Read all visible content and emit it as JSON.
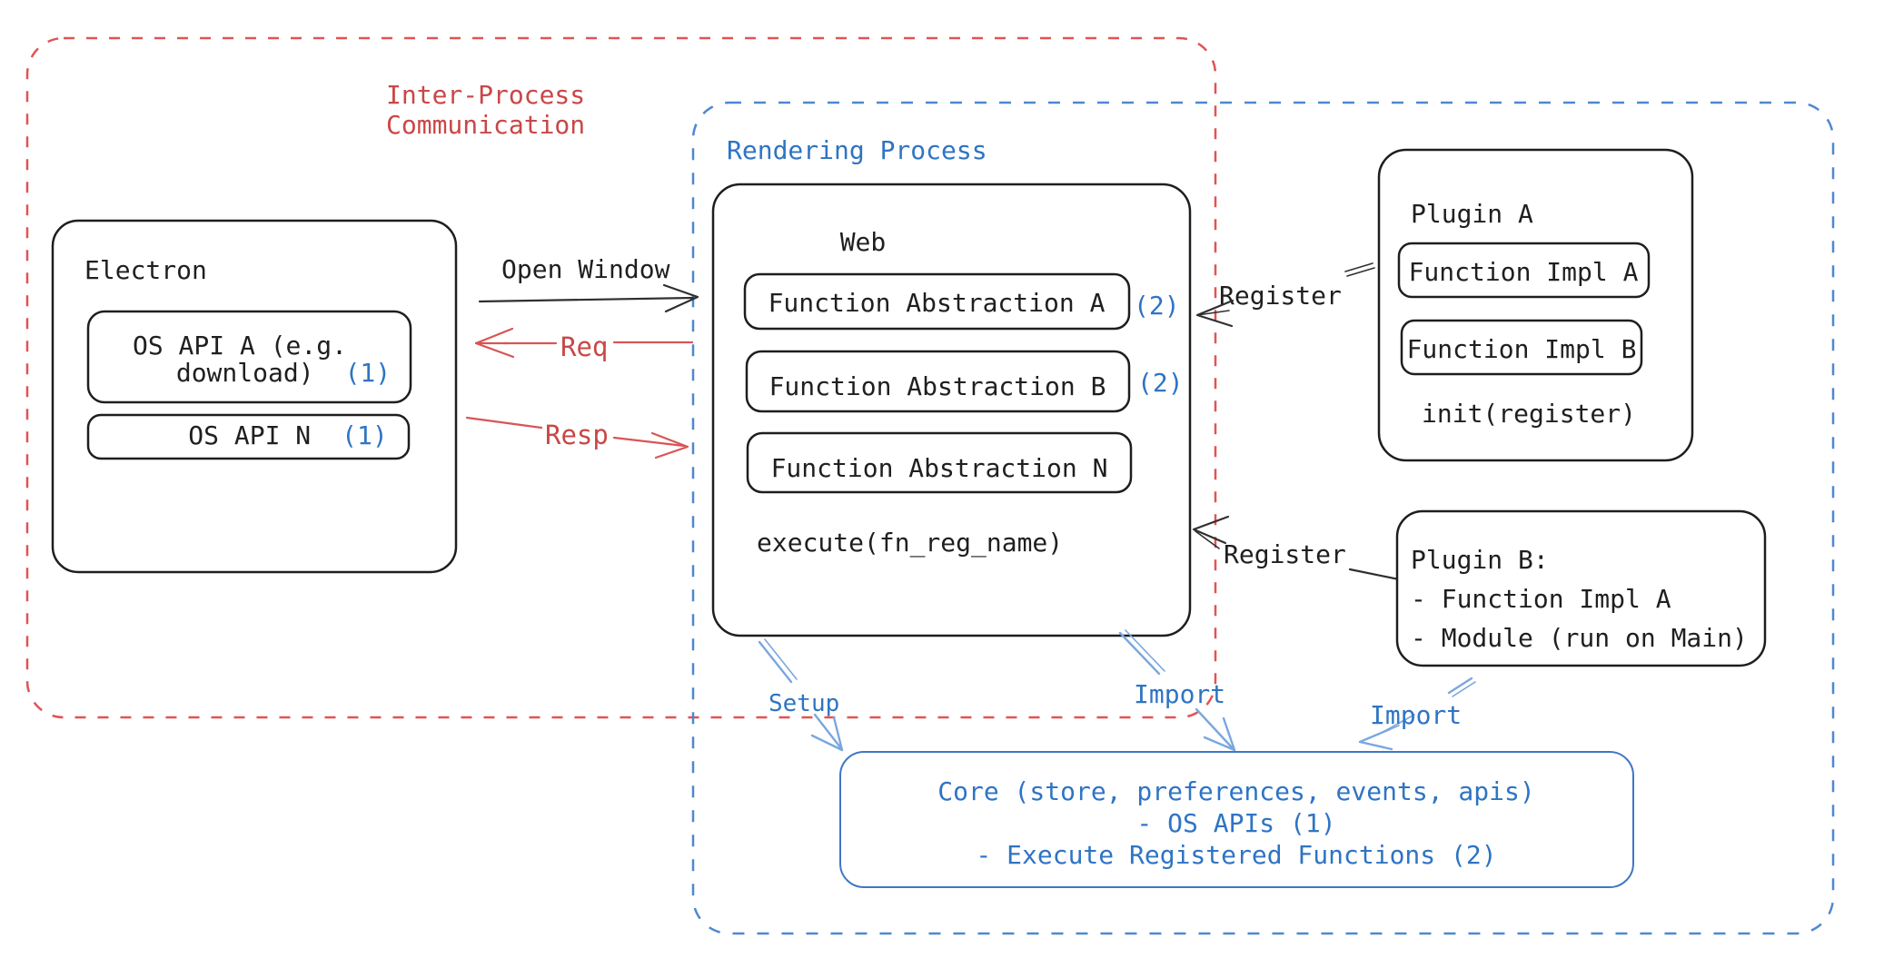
{
  "diagram": {
    "ipc": {
      "label_line1": "Inter-Process",
      "label_line2": "Communication"
    },
    "rendering": {
      "label": "Rendering Process"
    },
    "electron": {
      "title": "Electron",
      "os_api_a": {
        "line1": "OS API A (e.g.",
        "line2": "download)",
        "badge": "(1)"
      },
      "os_api_n": {
        "label": "OS API N",
        "badge": "(1)"
      }
    },
    "web": {
      "title": "Web",
      "abstractions": [
        {
          "label": "Function Abstraction A",
          "badge": "(2)"
        },
        {
          "label": "Function Abstraction B",
          "badge": "(2)"
        },
        {
          "label": "Function Abstraction N",
          "badge": ""
        }
      ],
      "execute": "execute(fn_reg_name)"
    },
    "plugin_a": {
      "title": "Plugin A",
      "impl_a": "Function Impl A",
      "impl_b": "Function Impl B",
      "init": "init(register)"
    },
    "plugin_b": {
      "line1": "Plugin B:",
      "line2": "- Function Impl A",
      "line3": "- Module (run on Main)"
    },
    "core": {
      "line1": "Core (store, preferences, events, apis)",
      "line2": "- OS APIs (1)",
      "line3": "- Execute Registered Functions (2)"
    },
    "labels": {
      "open_window": "Open Window",
      "req": "Req",
      "resp": "Resp",
      "register_a": "Register",
      "register_b": "Register",
      "setup": "Setup",
      "import_web": "Import",
      "import_plugin": "Import"
    },
    "colors": {
      "ink": "#1e1e1e",
      "red_text": "#c94747",
      "red_dash": "#e25353",
      "red_arrow": "#d85555",
      "blue_text": "#2e74c4",
      "blue_dash": "#4e88d0",
      "blue_arrow": "#7aa7dd",
      "core_border": "#3f77c5"
    }
  }
}
